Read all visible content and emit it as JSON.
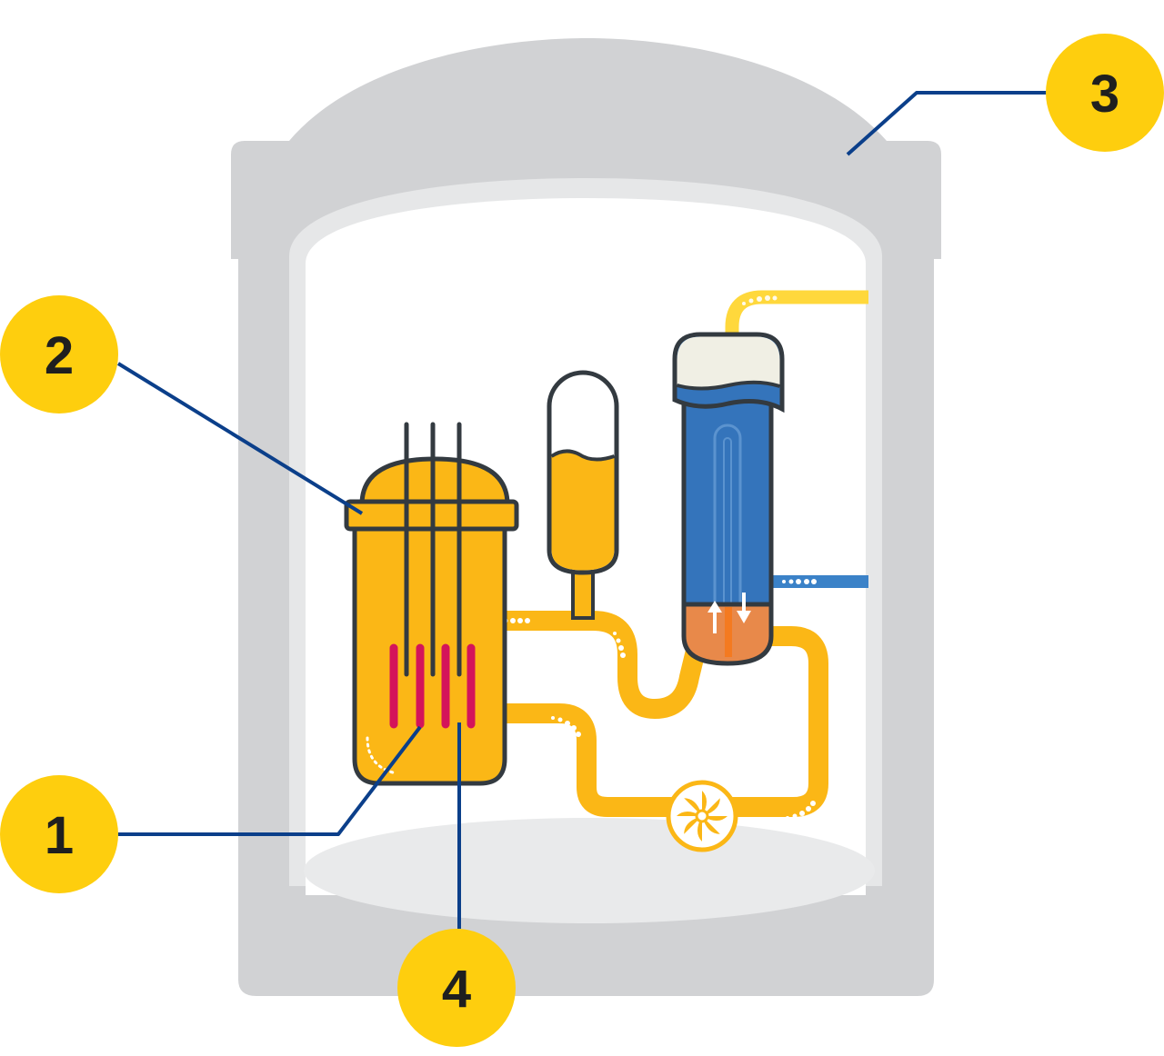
{
  "colors": {
    "containment": "#d1d2d4",
    "inner_wall": "#e6e7e8",
    "floor": "#e9eaeb",
    "coolant": "#fbb716",
    "outline": "#333a40",
    "fuel_rod": "#d4145a",
    "steam_generator": "#3474bb",
    "steam_dome": "#f0efe4",
    "hot_cell": "#e8894a",
    "callout_fill": "#fece0e",
    "leader_line": "#0b3f8a",
    "steam_pipe": "#ffd83c",
    "feedwater_pipe": "#3b82c8"
  },
  "callouts": [
    {
      "label": "1",
      "icon": "circle-badge"
    },
    {
      "label": "2",
      "icon": "circle-badge"
    },
    {
      "label": "3",
      "icon": "circle-badge"
    },
    {
      "label": "4",
      "icon": "circle-badge"
    }
  ],
  "icons": {
    "pump": "pump-fan-icon",
    "flow_up": "arrow-up-icon",
    "flow_down": "arrow-down-icon"
  }
}
